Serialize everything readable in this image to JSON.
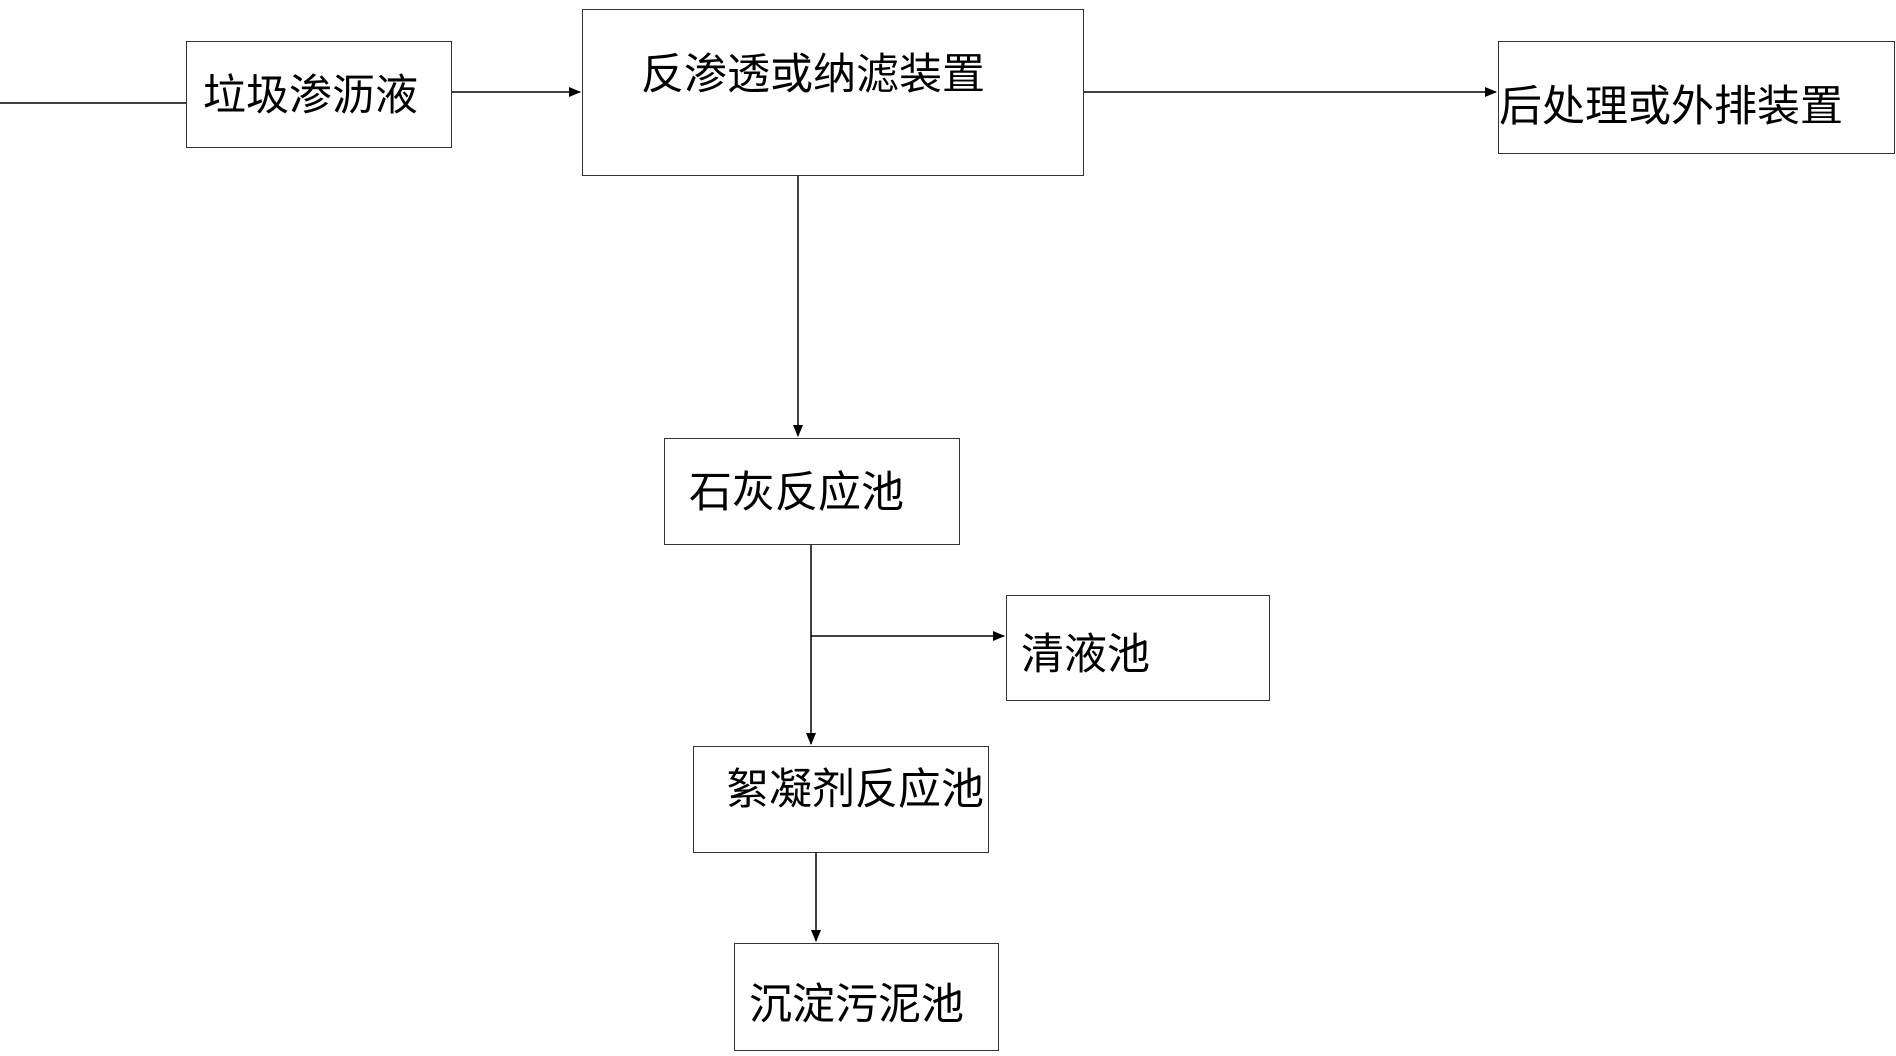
{
  "diagram": {
    "nodes": {
      "leachate": "垃圾渗沥液",
      "ro_nf": "反渗透或纳滤装置",
      "post_treatment": "后处理或外排装置",
      "lime_tank": "石灰反应池",
      "clear_tank": "清液池",
      "flocculant_tank": "絮凝剂反应池",
      "sludge_tank": "沉淀污泥池"
    },
    "edges": [
      {
        "from": "leachate",
        "to": "ro_nf"
      },
      {
        "from": "ro_nf",
        "to": "post_treatment"
      },
      {
        "from": "ro_nf",
        "to": "lime_tank"
      },
      {
        "from": "lime_tank",
        "to": "clear_tank"
      },
      {
        "from": "lime_tank",
        "to": "flocculant_tank"
      },
      {
        "from": "flocculant_tank",
        "to": "sludge_tank"
      }
    ],
    "colors": {
      "line": "#000000",
      "box_border": "#333333",
      "background": "#ffffff"
    }
  }
}
